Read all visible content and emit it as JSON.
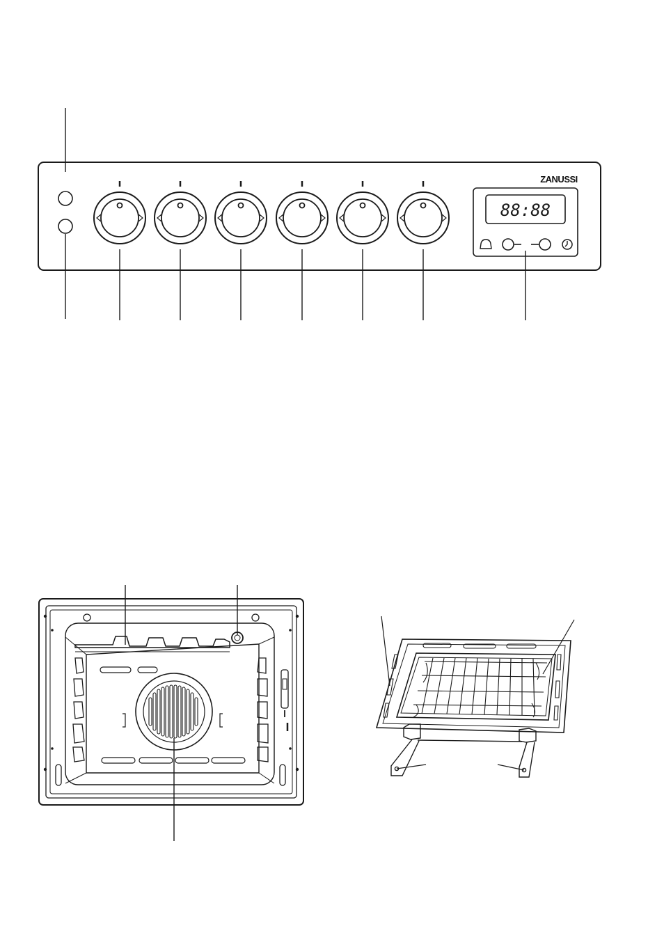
{
  "control_panel": {
    "brand": "ZANUSSI",
    "timer_display": "88:88",
    "knob_count": 6,
    "indicator_lamp_count": 2,
    "timer_icons": [
      "bell-icon",
      "minus-button",
      "plus-button",
      "clock-icon"
    ]
  },
  "oven_interior": {
    "components": [
      "grill-element",
      "oven-lamp",
      "fan-cover"
    ]
  },
  "accessories": {
    "components": [
      "grill-pan",
      "wire-shelf",
      "grill-pan-handle"
    ]
  },
  "colors": {
    "line": "#1a1a1a",
    "background": "#ffffff"
  }
}
